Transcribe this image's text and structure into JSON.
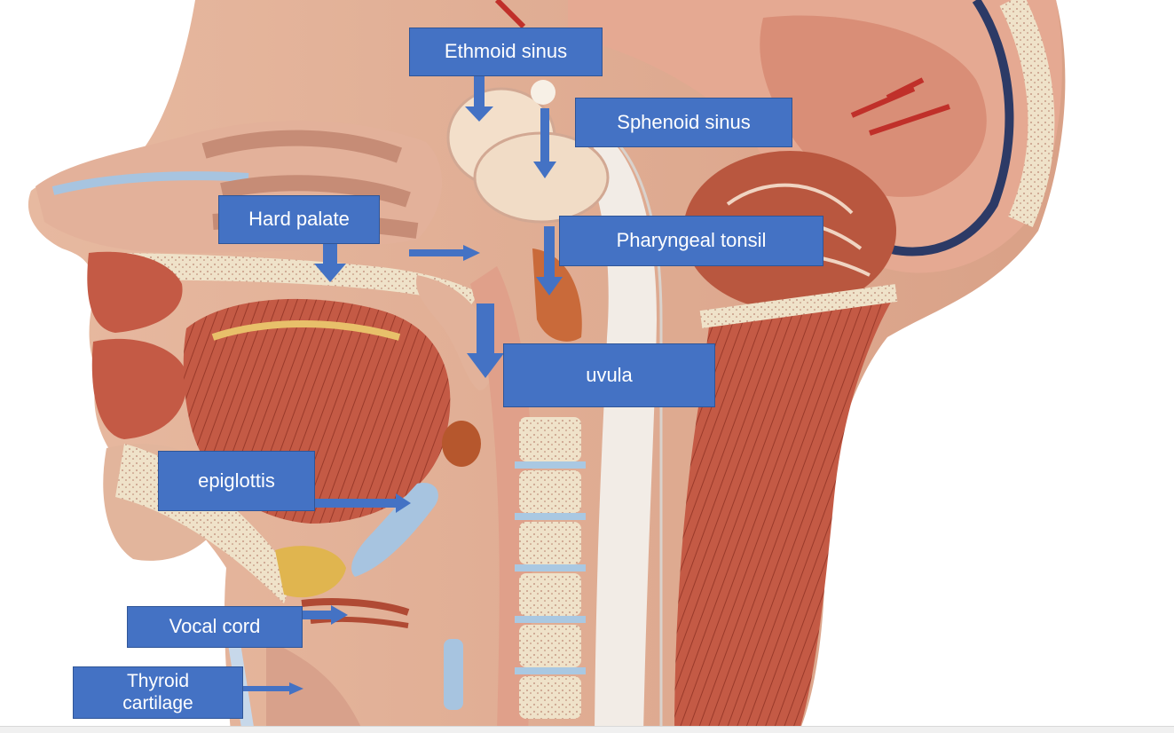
{
  "colors": {
    "label_fill": "#4472c4",
    "label_border": "#2f5597",
    "arrow": "#4472c4",
    "label_text": "#ffffff"
  },
  "illustration": {
    "subject": "sagittal section of head and neck",
    "icon": "anatomy-illustration"
  },
  "labels": {
    "ethmoid_sinus": "Ethmoid sinus",
    "sphenoid_sinus": "Sphenoid sinus",
    "hard_palate": "Hard palate",
    "pharyngeal_tonsil": "Pharyngeal tonsil",
    "uvula": "uvula",
    "epiglottis": "epiglottis",
    "vocal_cord": "Vocal cord",
    "thyroid_cartilage": "Thyroid\ncartilage"
  }
}
